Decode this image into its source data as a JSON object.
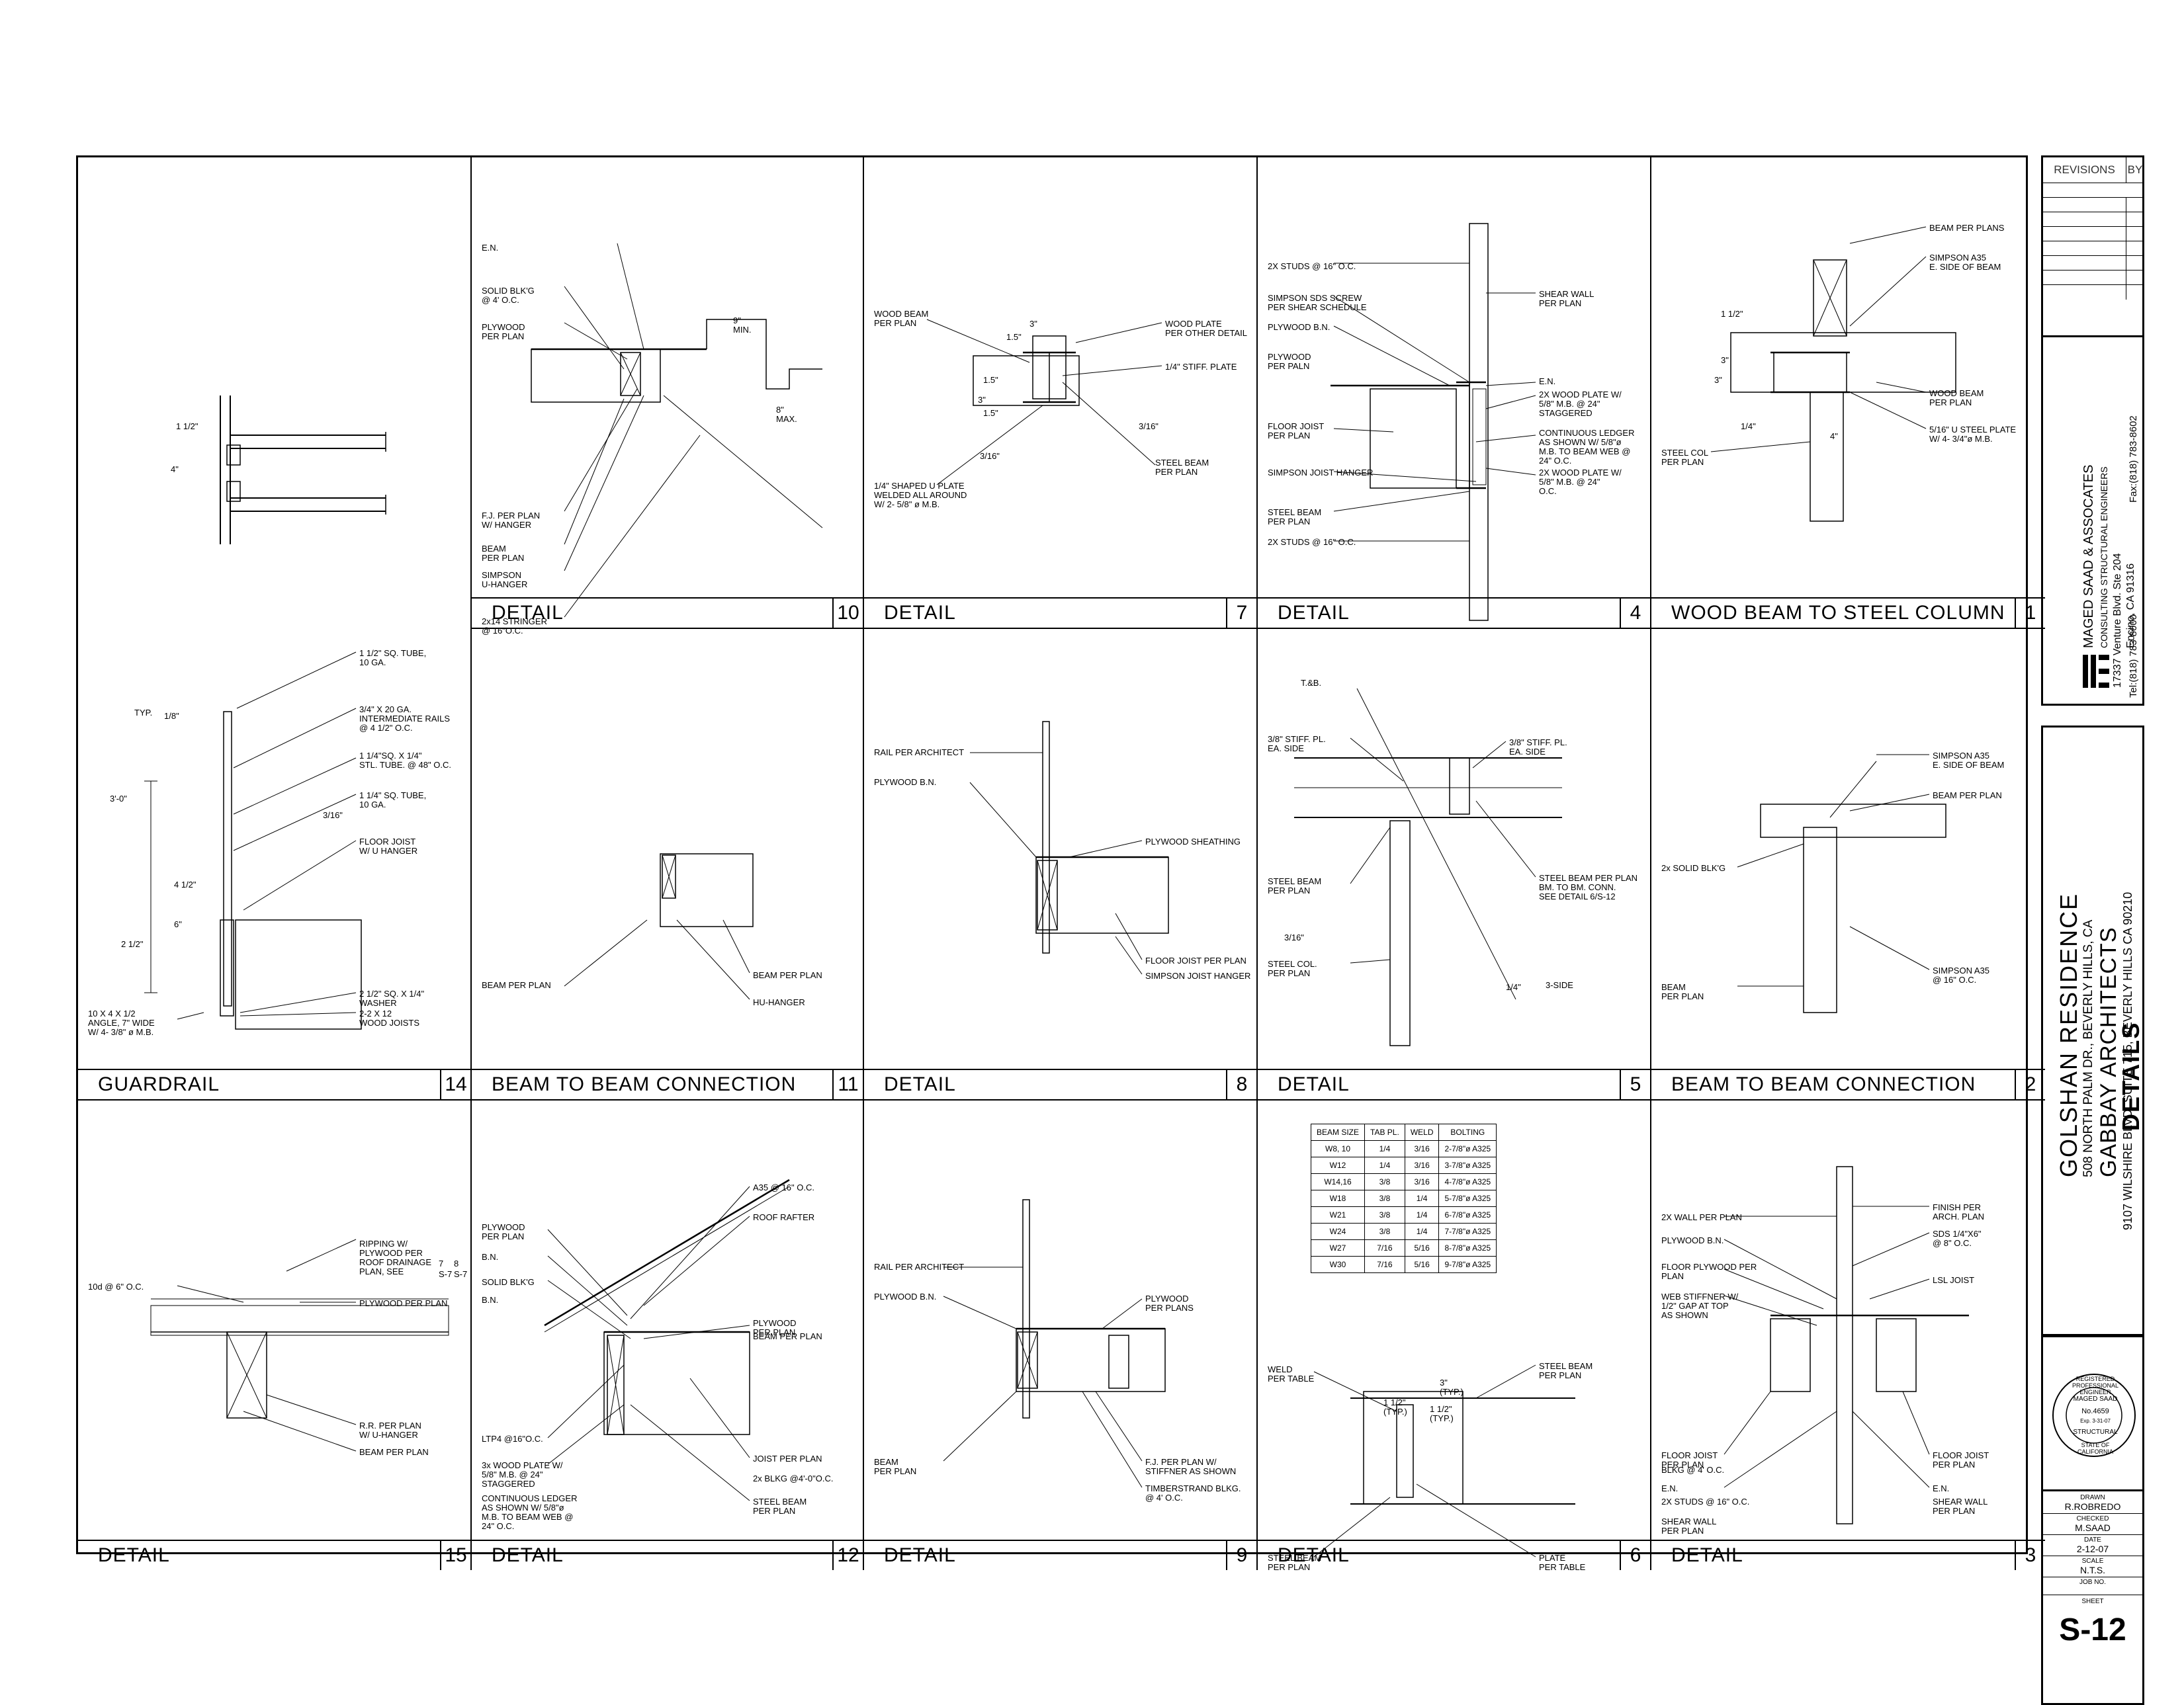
{
  "panels": [
    {
      "id": "p13",
      "title": "",
      "num": ""
    },
    {
      "id": "p10",
      "title": "DETAIL",
      "num": "10"
    },
    {
      "id": "p7",
      "title": "DETAIL",
      "num": "7"
    },
    {
      "id": "p4",
      "title": "DETAIL",
      "num": "4"
    },
    {
      "id": "p1",
      "title": "WOOD BEAM TO STEEL COLUMN",
      "num": "1"
    },
    {
      "id": "p14",
      "title": "GUARDRAIL",
      "num": "14"
    },
    {
      "id": "p11",
      "title": "BEAM TO BEAM CONNECTION",
      "num": "11"
    },
    {
      "id": "p8",
      "title": "DETAIL",
      "num": "8"
    },
    {
      "id": "p5",
      "title": "DETAIL",
      "num": "5"
    },
    {
      "id": "p2",
      "title": "BEAM TO BEAM CONNECTION",
      "num": "2"
    },
    {
      "id": "p15",
      "title": "DETAIL",
      "num": "15"
    },
    {
      "id": "p12",
      "title": "DETAIL",
      "num": "12"
    },
    {
      "id": "p9",
      "title": "DETAIL",
      "num": "9"
    },
    {
      "id": "p6",
      "title": "DETAIL",
      "num": "6"
    },
    {
      "id": "p3",
      "title": "DETAIL",
      "num": "3"
    }
  ],
  "labels": {
    "p13": [
      "4\"",
      "1 1/2\""
    ],
    "p10": [
      "E.N.",
      "SOLID BLK'G\n@ 4' O.C.",
      "PLYWOOD\nPER PLAN",
      "F.J. PER PLAN\nW/ HANGER",
      "BEAM\nPER PLAN",
      "SIMPSON\nU-HANGER",
      "2x14 STRINGER\n@ 16\"O.C.",
      "9\"\nMIN.",
      "8\"\nMAX."
    ],
    "p7": [
      "WOOD BEAM\nPER PLAN",
      "WOOD PLATE\nPER OTHER DETAIL",
      "1/4\" STIFF. PLATE",
      "3/16\"",
      "3/16\"",
      "STEEL BEAM\nPER PLAN",
      "1/4\" SHAPED U PLATE\nWELDED ALL AROUND\nW/ 2- 5/8\" ø M.B.",
      "1.5\"",
      "3\"",
      "1.5\"",
      "3\"",
      "1.5\""
    ],
    "p4": [
      "2X STUDS @ 16\" O.C.",
      "SIMPSON SDS SCREW\nPER SHEAR SCHEDULE",
      "PLYWOOD B.N.",
      "PLYWOOD\nPER PALN",
      "FLOOR JOIST\nPER PLAN",
      "SIMPSON JOIST HANGER",
      "STEEL BEAM\nPER PLAN",
      "2X STUDS @ 16\" O.C.",
      "SHEAR WALL\nPER PLAN",
      "E.N.",
      "2X WOOD PLATE W/\n5/8\" M.B. @ 24\"\nSTAGGERED",
      "CONTINUOUS LEDGER\nAS SHOWN W/ 5/8\"ø\nM.B. TO BEAM WEB @\n24\" O.C.",
      "2X WOOD PLATE W/\n5/8\" M.B. @ 24\"\nO.C."
    ],
    "p1": [
      "BEAM PER PLANS",
      "SIMPSON A35\nE. SIDE OF BEAM",
      "WOOD BEAM\nPER PLAN",
      "5/16\" U STEEL PLATE\nW/ 4- 3/4\"ø M.B.",
      "STEEL COL\nPER PLAN",
      "1/4\"",
      "1 1/2\"",
      "3\"",
      "3\"",
      "4\""
    ],
    "p14": [
      "1 1/2\" SQ. TUBE,\n10 GA.",
      "3/4\" X 20 GA.\nINTERMEDIATE RAILS\n@ 4 1/2\" O.C.",
      "1 1/4\"SQ. X 1/4\"\nSTL. TUBE. @ 48\" O.C.",
      "1 1/4\" SQ. TUBE,\n10 GA.",
      "3/16\"",
      "FLOOR JOIST\nW/ U HANGER",
      "2 1/2\" SQ. X 1/4\"\nWASHER",
      "2-2 X 12\nWOOD JOISTS",
      "10 X 4 X 1/2\nANGLE, 7\" WIDE\nW/ 4- 3/8\" ø M.B.",
      "TYP.",
      "1/8\"",
      "3'-0\"",
      "4 1/2\"",
      "6\"",
      "2 1/2\""
    ],
    "p11": [
      "BEAM PER PLAN",
      "BEAM PER PLAN",
      "HU-HANGER"
    ],
    "p8": [
      "RAIL PER ARCHITECT",
      "PLYWOOD B.N.",
      "PLYWOOD SHEATHING",
      "FLOOR JOIST PER PLAN",
      "SIMPSON JOIST HANGER"
    ],
    "p5": [
      "T.&B.",
      "3/8\" STIFF. PL.\nEA. SIDE",
      "STEEL BEAM\nPER PLAN",
      "3/16\"",
      "STEEL COL.\nPER PLAN",
      "3/8\" STIFF. PL.\nEA. SIDE",
      "STEEL BEAM PER PLAN\nBM. TO BM. CONN.\nSEE DETAIL 6/S-12",
      "1/4\"",
      "3-SIDE"
    ],
    "p2": [
      "SIMPSON A35\nE. SIDE OF BEAM",
      "BEAM PER PLAN",
      "2x SOLID BLK'G",
      "SIMPSON A35\n@ 16\" O.C.",
      "BEAM\nPER PLAN"
    ],
    "p15": [
      "RIPPING W/\nPLYWOOD PER\nROOF DRAINAGE\nPLAN, SEE",
      "10d @ 6\" O.C.",
      "PLYWOOD PER PLAN",
      "R.R. PER PLAN\nW/ U-HANGER",
      "BEAM PER PLAN",
      "7",
      "8",
      "S-7",
      "S-7"
    ],
    "p12": [
      "A35 @ 16\" O.C.",
      "ROOF RAFTER",
      "PLYWOOD\nPER PLAN",
      "B.N.",
      "SOLID BLK'G",
      "B.N.",
      "PLYWOOD\nPER PLAN",
      "BEAM PER PLAN",
      "LTP4 @16\"O.C.",
      "3x WOOD PLATE W/\n5/8\" M.B. @ 24\"\nSTAGGERED",
      "CONTINUOUS LEDGER\nAS SHOWN W/ 5/8\"ø\nM.B. TO BEAM WEB @\n24\" O.C.",
      "JOIST PER PLAN",
      "2x BLKG @4'-0\"O.C.",
      "STEEL BEAM\nPER PLAN"
    ],
    "p9": [
      "RAIL PER ARCHITECT",
      "PLYWOOD B.N.",
      "PLYWOOD\nPER PLANS",
      "BEAM\nPER PLAN",
      "F.J. PER PLAN W/\nSTIFFNER AS SHOWN",
      "TIMBERSTRAND BLKG.\n@ 4' O.C."
    ],
    "p6": [
      "WELD\nPER TABLE",
      "STEEL BEAM\nPER PLAN",
      "STEEL BEAM\nPER PLAN",
      "PLATE\nPER TABLE",
      "1 1/2\"\n(TYP.)",
      "1 1/2\"\n(TYP.)",
      "3\"\n(TYP.)"
    ],
    "p3": [
      "FINISH PER\nARCH. PLAN",
      "2X WALL PER PLAN",
      "PLYWOOD B.N.",
      "SDS 1/4\"X6\"\n@ 8\" O.C.",
      "FLOOR PLYWOOD PER\nPLAN",
      "LSL JOIST",
      "WEB STIFFNER W/\n1/2\" GAP AT TOP\nAS SHOWN",
      "FLOOR JOIST\nPER PLAN",
      "FLOOR JOIST\nPER PLAN",
      "BLKG @ 4' O.C.",
      "E.N.",
      "E.N.",
      "2X STUDS @ 16\" O.C.",
      "SHEAR WALL\nPER PLAN",
      "SHEAR WALL\nPER PLAN"
    ]
  },
  "schedule": {
    "headers": [
      "BEAM SIZE",
      "TAB PL.",
      "WELD",
      "BOLTING"
    ],
    "rows": [
      [
        "W8, 10",
        "1/4",
        "3/16",
        "2-7/8\"ø A325"
      ],
      [
        "W12",
        "1/4",
        "3/16",
        "3-7/8\"ø A325"
      ],
      [
        "W14,16",
        "3/8",
        "3/16",
        "4-7/8\"ø A325"
      ],
      [
        "W18",
        "3/8",
        "1/4",
        "5-7/8\"ø A325"
      ],
      [
        "W21",
        "3/8",
        "1/4",
        "6-7/8\"ø A325"
      ],
      [
        "W24",
        "3/8",
        "1/4",
        "7-7/8\"ø A325"
      ],
      [
        "W27",
        "7/16",
        "5/16",
        "8-7/8\"ø A325"
      ],
      [
        "W30",
        "7/16",
        "5/16",
        "9-7/8\"ø A325"
      ]
    ]
  },
  "titleblock": {
    "revisions": "REVISIONS",
    "by": "BY",
    "firm": "MAGED SAAD & ASSOCATES",
    "firm_sub": "CONSULTING STRUCTURAL ENGINEERS",
    "firm_addr1": "17337 Venture Blvd. Ste 204",
    "firm_addr2": "Encino, CA 91316",
    "firm_tel": "Tel:(818) 783-8600",
    "firm_fax": "Fax:(818) 783-8602",
    "project": "GOLSHAN  RESIDENCE",
    "project_addr": "508 NORTH PALM DR., BEVERLY HILLS, CA",
    "architect": "GABBAY ARCHITECTS",
    "architect_addr": "9107 WILSHIRE BLVD. SUITE 715, BEVERLY HILLS CA 90210",
    "sheet_title": "DETAILS",
    "seal_text": "REGISTERED PROFESSIONAL ENGINEER",
    "seal_name": "MAGED SAAD",
    "seal_no": "No.4659",
    "seal_exp": "Exp. 3-31-07",
    "seal_type": "STRUCTURAL",
    "seal_state": "STATE OF CALIFORNIA",
    "drawn_label": "DRAWN",
    "drawn": "R.ROBREDO",
    "checked_label": "CHECKED",
    "checked": "M.SAAD",
    "date_label": "DATE",
    "date": "2-12-07",
    "scale_label": "SCALE",
    "scale": "N.T.S.",
    "job_label": "JOB NO.",
    "job": "",
    "sheet_label": "SHEET",
    "sheet": "S-12"
  }
}
